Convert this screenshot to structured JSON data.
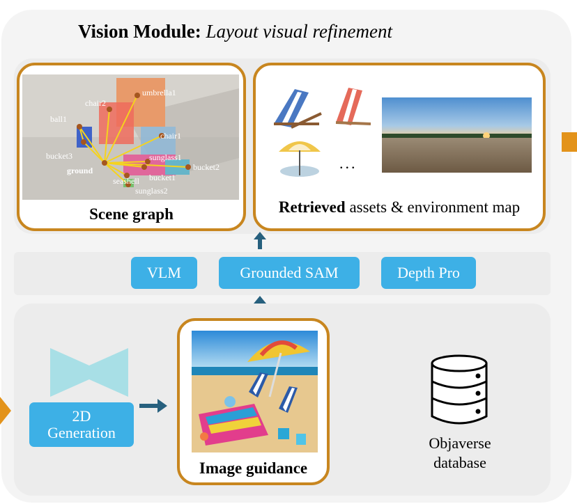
{
  "title": {
    "bold": "Vision Module:",
    "italic": " Layout visual refinement"
  },
  "scene_graph": {
    "caption": "Scene graph",
    "hub": "ground",
    "nodes": [
      "umbrella1",
      "chair2",
      "ball1",
      "chair1",
      "bucket3",
      "sunglass1",
      "bucket2",
      "bucket1",
      "seashell",
      "sunglass2"
    ]
  },
  "retrieved": {
    "caption_bold": "Retrieved",
    "caption_rest": " assets & environment map",
    "ellipsis": "..."
  },
  "tools": [
    "VLM",
    "Grounded SAM",
    "Depth Pro"
  ],
  "generation": {
    "label": "2D Generation"
  },
  "image_guidance": {
    "caption": "Image guidance"
  },
  "database": {
    "label_line1": "Objaverse",
    "label_line2": "database"
  },
  "colors": {
    "accent_border": "#c8861f",
    "button": "#3db0e6",
    "arrow": "#27607e",
    "side_arrow": "#e3931b"
  }
}
